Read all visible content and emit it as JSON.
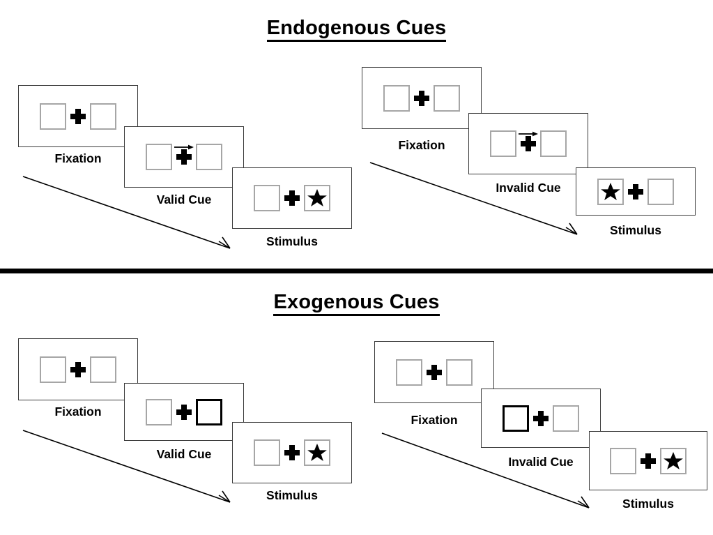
{
  "figure": {
    "background": "#ffffff",
    "line_color": "#3a3a3a",
    "box_color": "#a6a6a6",
    "cued_box_color": "#000000",
    "divider_color": "#000000"
  },
  "sections": [
    {
      "id": "endogenous",
      "title": "Endogenous Cues",
      "sequences": [
        {
          "id": "endogenous-valid",
          "condition": "valid",
          "frames": [
            {
              "id": "fixation",
              "caption": "Fixation",
              "left_box": "empty",
              "right_box": "empty",
              "cue": "none",
              "cue_direction": ""
            },
            {
              "id": "valid-cue",
              "caption": "Valid Cue",
              "left_box": "empty",
              "right_box": "empty",
              "cue": "arrow",
              "cue_direction": "right"
            },
            {
              "id": "stimulus",
              "caption": "Stimulus",
              "left_box": "empty",
              "right_box": "star",
              "cue": "none",
              "cue_direction": ""
            }
          ]
        },
        {
          "id": "endogenous-invalid",
          "condition": "invalid",
          "frames": [
            {
              "id": "fixation",
              "caption": "Fixation",
              "left_box": "empty",
              "right_box": "empty",
              "cue": "none",
              "cue_direction": ""
            },
            {
              "id": "invalid-cue",
              "caption": "Invalid Cue",
              "left_box": "empty",
              "right_box": "empty",
              "cue": "arrow",
              "cue_direction": "right"
            },
            {
              "id": "stimulus",
              "caption": "Stimulus",
              "left_box": "star",
              "right_box": "empty",
              "cue": "none",
              "cue_direction": ""
            }
          ]
        }
      ]
    },
    {
      "id": "exogenous",
      "title": "Exogenous Cues",
      "sequences": [
        {
          "id": "exogenous-valid",
          "condition": "valid",
          "frames": [
            {
              "id": "fixation",
              "caption": "Fixation",
              "left_box": "empty",
              "right_box": "empty",
              "cue": "none",
              "cue_direction": ""
            },
            {
              "id": "valid-cue",
              "caption": "Valid Cue",
              "left_box": "empty",
              "right_box": "highlight",
              "cue": "box-flash",
              "cue_direction": "right"
            },
            {
              "id": "stimulus",
              "caption": "Stimulus",
              "left_box": "empty",
              "right_box": "star",
              "cue": "none",
              "cue_direction": ""
            }
          ]
        },
        {
          "id": "exogenous-invalid",
          "condition": "invalid",
          "frames": [
            {
              "id": "fixation",
              "caption": "Fixation",
              "left_box": "empty",
              "right_box": "empty",
              "cue": "none",
              "cue_direction": ""
            },
            {
              "id": "invalid-cue",
              "caption": "Invalid Cue",
              "left_box": "highlight",
              "right_box": "empty",
              "cue": "box-flash",
              "cue_direction": "left"
            },
            {
              "id": "stimulus",
              "caption": "Stimulus",
              "left_box": "empty",
              "right_box": "star",
              "cue": "none",
              "cue_direction": ""
            }
          ]
        }
      ]
    }
  ]
}
